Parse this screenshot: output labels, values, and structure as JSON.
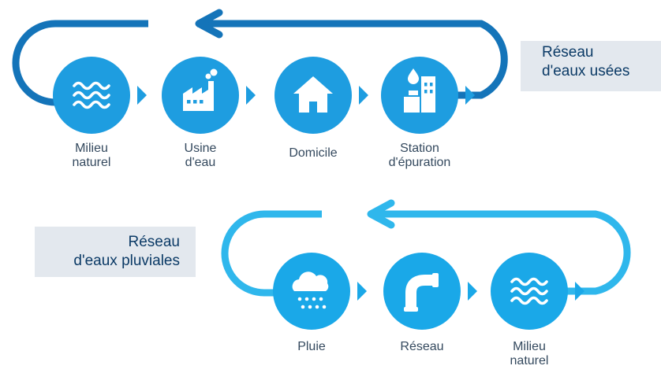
{
  "colors": {
    "dark_loop": "#1474b9",
    "dark_circle": "#1e9de0",
    "light_loop": "#2fb7ec",
    "light_circle": "#1aa8e8",
    "label_bg": "#e3e8ee",
    "label_text": "#0b3a66",
    "caption_text": "#34495e"
  },
  "used_water_cycle": {
    "title_line1": "Réseau",
    "title_line2": "d'eaux usées",
    "nodes": [
      {
        "icon": "waves-icon",
        "line1": "Milieu",
        "line2": "naturel"
      },
      {
        "icon": "factory-icon",
        "line1": "Usine",
        "line2": "d'eau"
      },
      {
        "icon": "house-icon",
        "line1": "Domicile",
        "line2": ""
      },
      {
        "icon": "treatment-plant-icon",
        "line1": "Station",
        "line2": "d'épuration"
      }
    ]
  },
  "rain_water_cycle": {
    "title_line1": "Réseau",
    "title_line2": "d'eaux pluviales",
    "nodes": [
      {
        "icon": "rain-cloud-icon",
        "line1": "Pluie",
        "line2": ""
      },
      {
        "icon": "pipe-icon",
        "line1": "Réseau",
        "line2": ""
      },
      {
        "icon": "waves-icon",
        "line1": "Milieu",
        "line2": "naturel"
      }
    ]
  }
}
